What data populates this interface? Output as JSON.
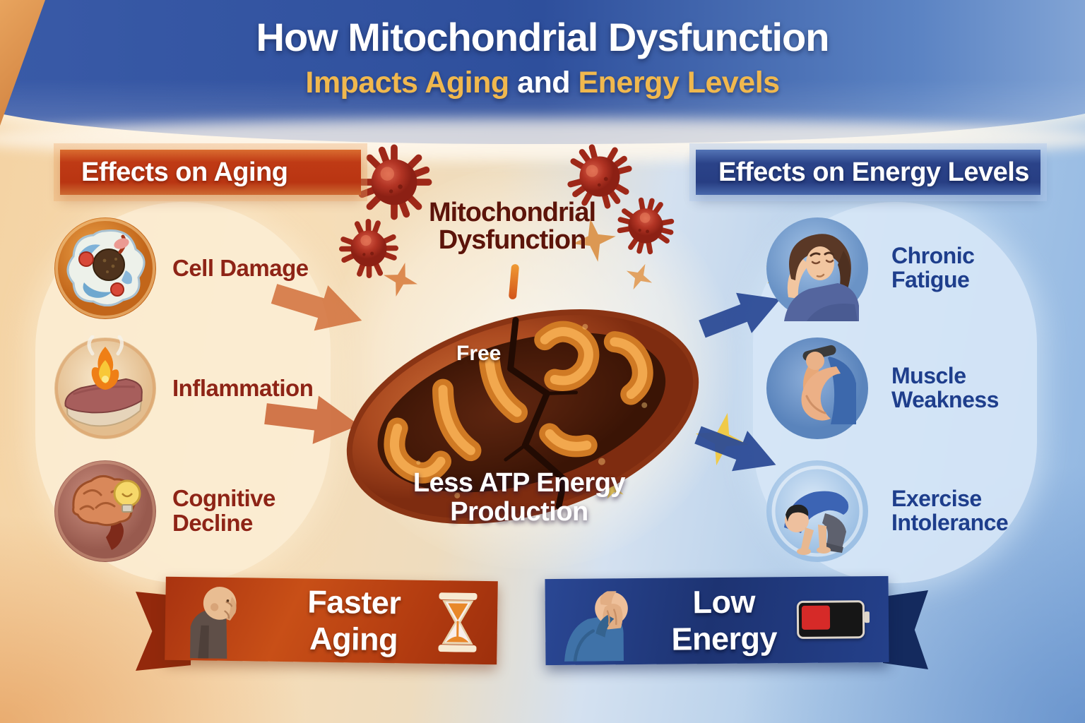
{
  "title": {
    "line1": "How Mitochondrial Dysfunction",
    "line2_impacts": "Impacts",
    "line2_aging": "Aging",
    "line2_and": "and",
    "line2_energy": "Energy Levels"
  },
  "left_section": {
    "header": "Effects on Aging",
    "items": [
      {
        "label": "Cell Damage",
        "icon": "damaged-cell-icon"
      },
      {
        "label": "Inflammation",
        "icon": "inflamed-tissue-flame-icon"
      },
      {
        "label": "Cognitive Decline",
        "icon": "brain-lightbulb-icon"
      }
    ],
    "banner": {
      "label": "Faster Aging",
      "icon": "hourglass-icon",
      "figure": "elderly-man-icon"
    }
  },
  "right_section": {
    "header": "Effects on Energy Levels",
    "items": [
      {
        "label": "Chronic Fatigue",
        "icon": "tired-woman-icon"
      },
      {
        "label": "Muscle Weakness",
        "icon": "flexed-arm-icon"
      },
      {
        "label": "Exercise Intolerance",
        "icon": "exhausted-person-icon"
      }
    ],
    "banner": {
      "label": "Low Energy",
      "icon": "low-battery-icon",
      "figure": "slumped-man-icon"
    }
  },
  "center": {
    "label_line1": "Mitochondrial",
    "label_line2": "Dysfunction",
    "free_label": "Free",
    "result_line1": "Less ATP Energy",
    "result_line2": "Production"
  },
  "colors": {
    "title_gold": "#f0b84e",
    "aging_banner_red": "#bf3a15",
    "energy_banner_blue": "#2b4389",
    "aging_label_red": "#8e2416",
    "energy_label_blue": "#1e3e8c",
    "free_radical_red": "#b23424",
    "battery_red": "#d62a28"
  }
}
